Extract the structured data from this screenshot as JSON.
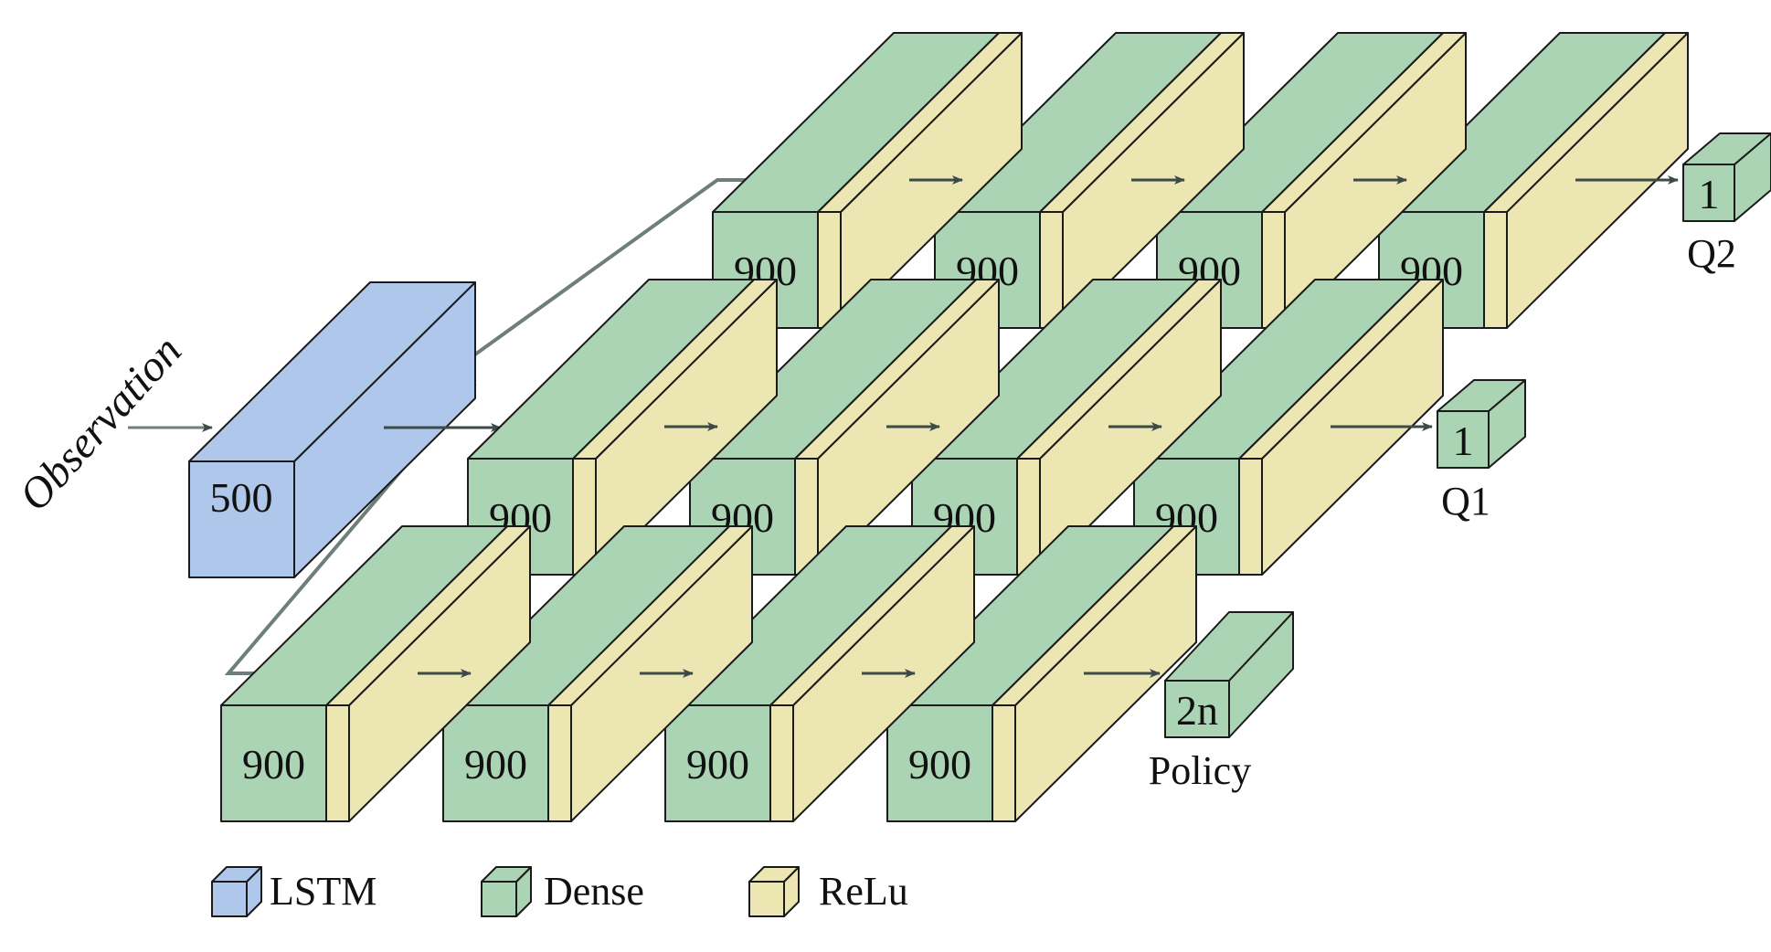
{
  "input_label": "Observation",
  "lstm_units": "500",
  "dense_units": "900",
  "rows": [
    {
      "layer_count": 4,
      "output_units": "1",
      "output_label": "Q2"
    },
    {
      "layer_count": 4,
      "output_units": "1",
      "output_label": "Q1"
    },
    {
      "layer_count": 4,
      "output_units": "2n",
      "output_label": "Policy"
    }
  ],
  "legend": [
    {
      "label": "LSTM",
      "color": "#aec7ea"
    },
    {
      "label": "Dense",
      "color": "#aad4b4"
    },
    {
      "label": "ReLu",
      "color": "#ece7b2"
    }
  ],
  "colors": {
    "lstm": "#aec7ea",
    "dense": "#aad4b4",
    "relu": "#ece7b2",
    "stroke": "#1a1a1a",
    "connector": "#6e7e7b"
  }
}
